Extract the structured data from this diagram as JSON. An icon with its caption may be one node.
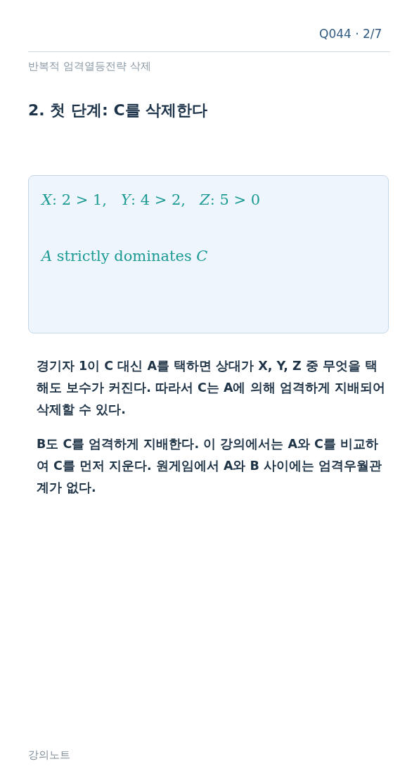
{
  "diagram": {
    "title": "2. 첫 단계: C를 삭제한다",
    "nodes": [
      {
        "text": [
          "*X*: 2 > 1,   *Y*: 4 > 2,   *Z*: 5 > 0",
          "*A* strictly dominates *C*"
        ]
      }
    ],
    "edges": [],
    "labels": [
      "Q044 · 2/7",
      "반복적 엄격열등전략 삭제",
      "경기자 1이 C 대신 A를 택하면 상대가 X, Y, Z 중 무엇을 택해도 보수가 커진다. 따라서 C는 A에 의해 엄격하게 지배되어 삭제할 수 있다.",
      "B도 C를 엄격하게 지배한다. 이 강의에서는 A와 C를 비교하여 C를 먼저 지운다. 원게임에서 A와 B 사이에는 엄격우월관계가 없다.",
      "강의노트"
    ]
  }
}
